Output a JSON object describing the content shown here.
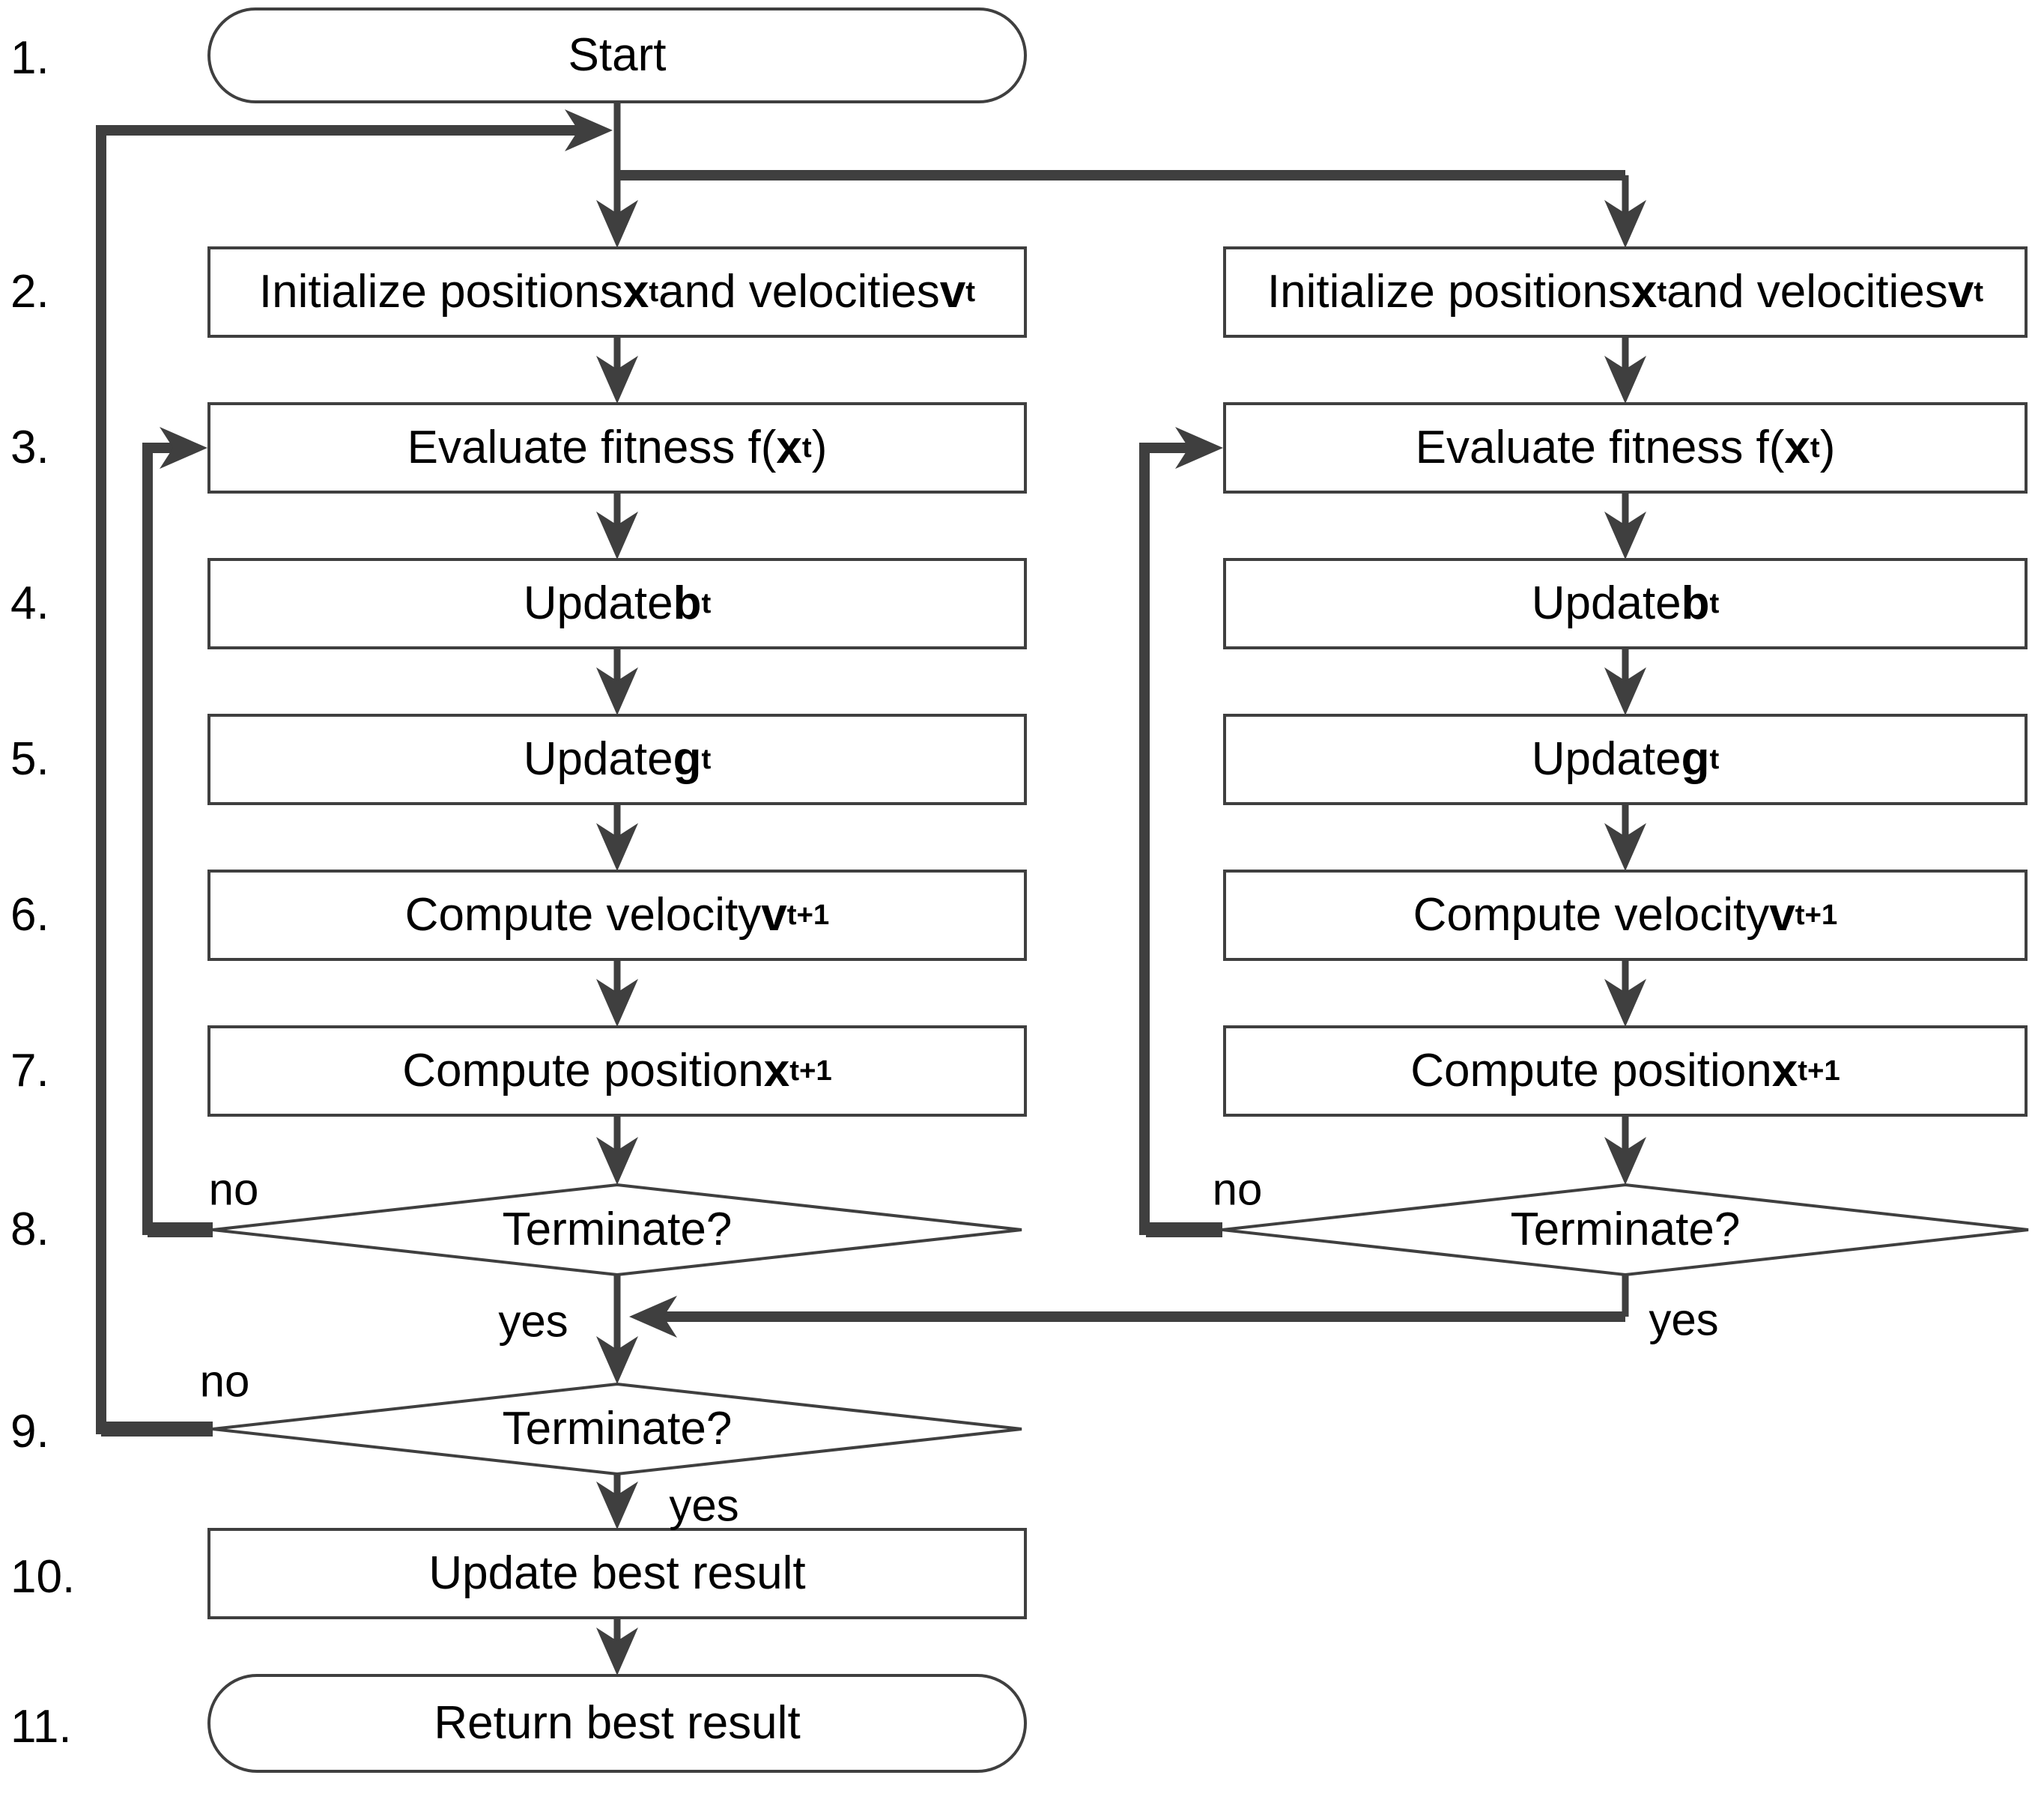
{
  "flowchart": {
    "row_numbers": [
      "1.",
      "2.",
      "3.",
      "4.",
      "5.",
      "6.",
      "7.",
      "8.",
      "9.",
      "10.",
      "11."
    ],
    "branch_labels": {
      "yes": "yes",
      "no": "no"
    },
    "nodes": {
      "start": {
        "label": "Start"
      },
      "initialize": {
        "segments": [
          {
            "t": "Initialize positions "
          },
          {
            "t": "x",
            "b": true
          },
          {
            "t": "t",
            "b": true,
            "sub": true
          },
          {
            "t": " and velocities "
          },
          {
            "t": "v",
            "b": true
          },
          {
            "t": "t",
            "b": true,
            "sub": true
          }
        ]
      },
      "evaluate": {
        "segments": [
          {
            "t": "Evaluate fitness f("
          },
          {
            "t": "x",
            "b": true
          },
          {
            "t": "t",
            "b": true,
            "sub": true
          },
          {
            "t": ")"
          }
        ]
      },
      "update_b": {
        "segments": [
          {
            "t": "Update "
          },
          {
            "t": "b",
            "b": true
          },
          {
            "t": "t",
            "b": true,
            "sub": true
          }
        ]
      },
      "update_g": {
        "segments": [
          {
            "t": "Update "
          },
          {
            "t": "g",
            "b": true
          },
          {
            "t": "t",
            "b": true,
            "sub": true
          }
        ]
      },
      "compute_velocity": {
        "segments": [
          {
            "t": "Compute velocity "
          },
          {
            "t": "v",
            "b": true
          },
          {
            "t": "t+1",
            "b": true,
            "sub": true
          }
        ]
      },
      "compute_position": {
        "segments": [
          {
            "t": "Compute position "
          },
          {
            "t": "x",
            "b": true
          },
          {
            "t": "t+1",
            "b": true,
            "sub": true
          }
        ]
      },
      "terminate": {
        "label": "Terminate?"
      },
      "update_best": {
        "label": "Update best result"
      },
      "return_best": {
        "label": "Return best result"
      }
    },
    "colors": {
      "line": "#3f3f3f",
      "text": "#000000",
      "background": "#ffffff"
    }
  }
}
